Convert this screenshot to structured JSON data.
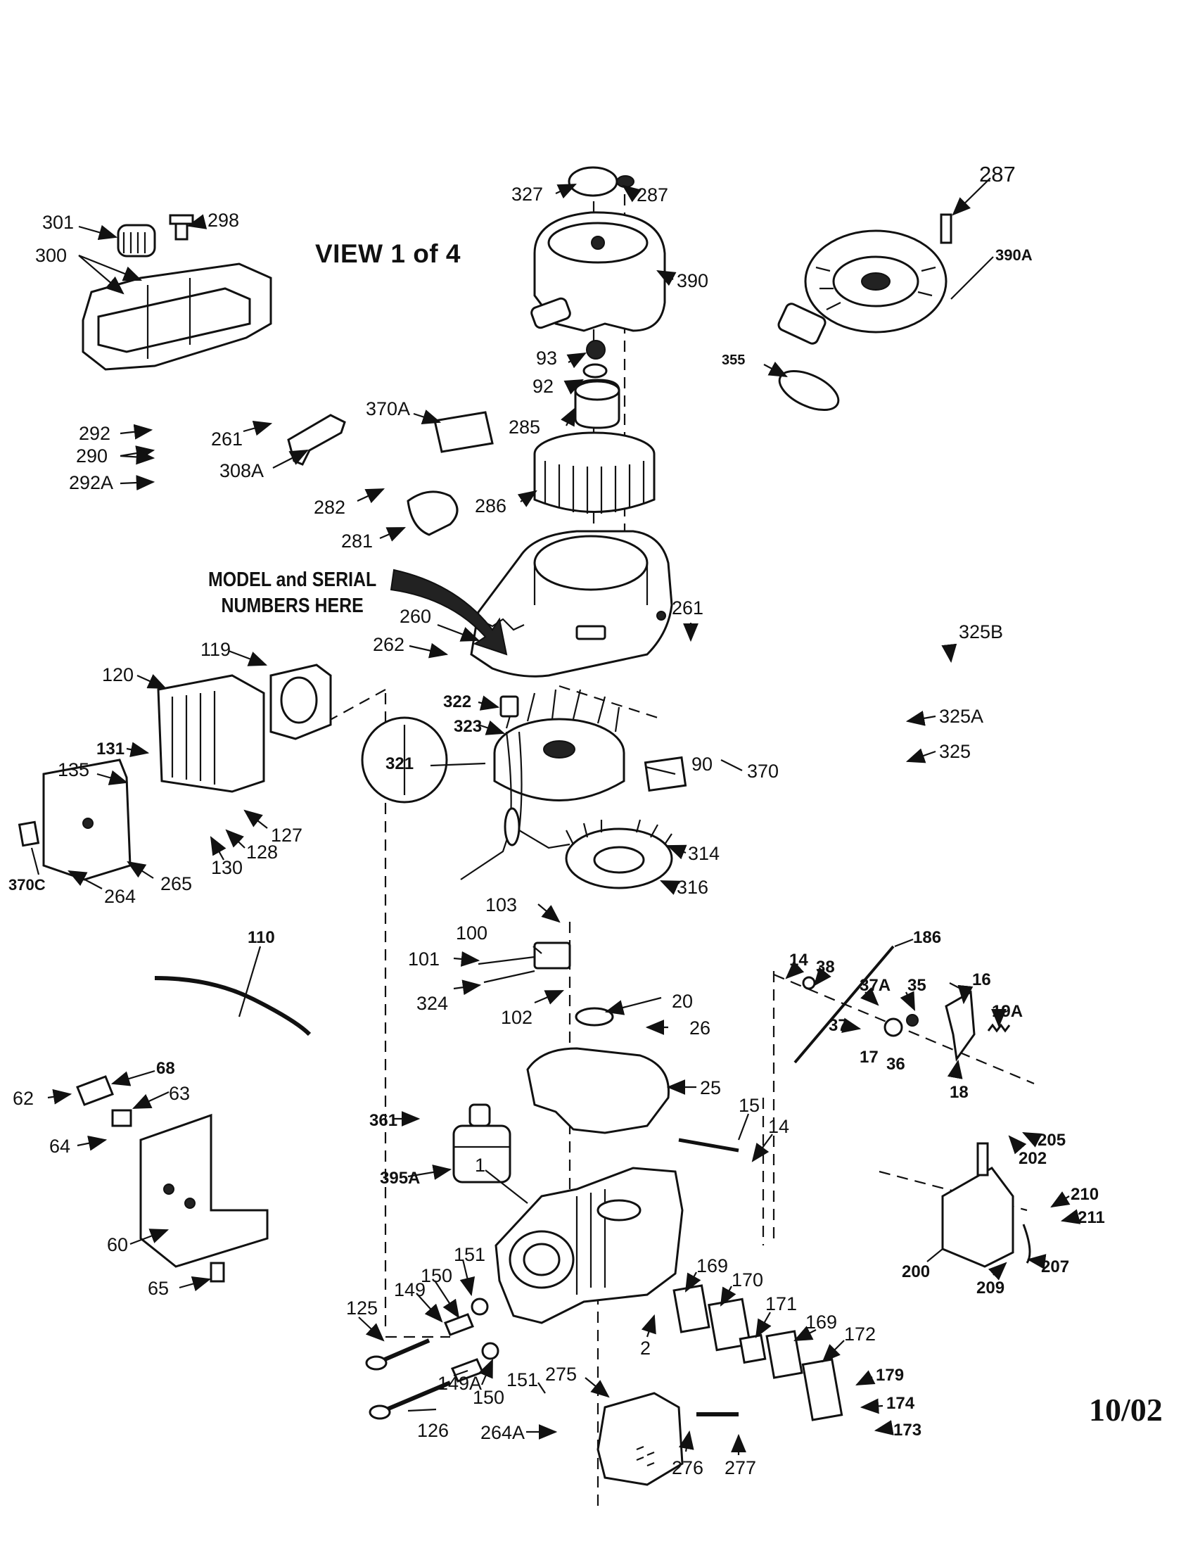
{
  "header": {
    "view_title": "VIEW 1 of 4",
    "model_note_line1": "MODEL and SERIAL",
    "model_note_line2": "NUMBERS HERE",
    "date_code": "10/02"
  },
  "callouts": {
    "c301": "301",
    "c298": "298",
    "c300": "300",
    "c327": "327",
    "c287a": "287",
    "c287b": "287",
    "c390": "390",
    "c390A": "390A",
    "c355": "355",
    "c93": "93",
    "c92": "92",
    "c285": "285",
    "c370A": "370A",
    "c286": "286",
    "c292": "292",
    "c290": "290",
    "c292A": "292A",
    "c261a": "261",
    "c308A": "308A",
    "c282": "282",
    "c281": "281",
    "c260": "260",
    "c262": "262",
    "c261b": "261",
    "c325B": "325B",
    "c325A": "325A",
    "c325": "325",
    "c119": "119",
    "c120": "120",
    "c131": "131",
    "c135": "135",
    "c127": "127",
    "c128": "128",
    "c130": "130",
    "c370C": "370C",
    "c264": "264",
    "c265": "265",
    "c322": "322",
    "c323": "323",
    "c321": "321",
    "c90": "90",
    "c370": "370",
    "c314": "314",
    "c316": "316",
    "c103": "103",
    "c100": "100",
    "c101": "101",
    "c324": "324",
    "c102": "102",
    "c20": "20",
    "c26": "26",
    "c25": "25",
    "c110": "110",
    "c68": "68",
    "c62": "62",
    "c63": "63",
    "c64": "64",
    "c60": "60",
    "c65": "65",
    "c361": "361",
    "c395A": "395A",
    "c186": "186",
    "c14a": "14",
    "c38": "38",
    "c37A": "37A",
    "c35": "35",
    "c16": "16",
    "c19A": "19A",
    "c37": "37",
    "c17": "17",
    "c36": "36",
    "c18": "18",
    "c15": "15",
    "c14b": "14",
    "c205": "205",
    "c202": "202",
    "c210": "210",
    "c211": "211",
    "c200": "200",
    "c209": "209",
    "c207": "207",
    "c1": "1",
    "c151a": "151",
    "c150a": "150",
    "c149": "149",
    "c125": "125",
    "c169a": "169",
    "c170": "170",
    "c171": "171",
    "c169b": "169",
    "c172": "172",
    "c2": "2",
    "c149A": "149A",
    "c150b": "150",
    "c151b": "151",
    "c126": "126",
    "c275": "275",
    "c179": "179",
    "c174": "174",
    "c173": "173",
    "c264A": "264A",
    "c276": "276",
    "c277": "277"
  }
}
